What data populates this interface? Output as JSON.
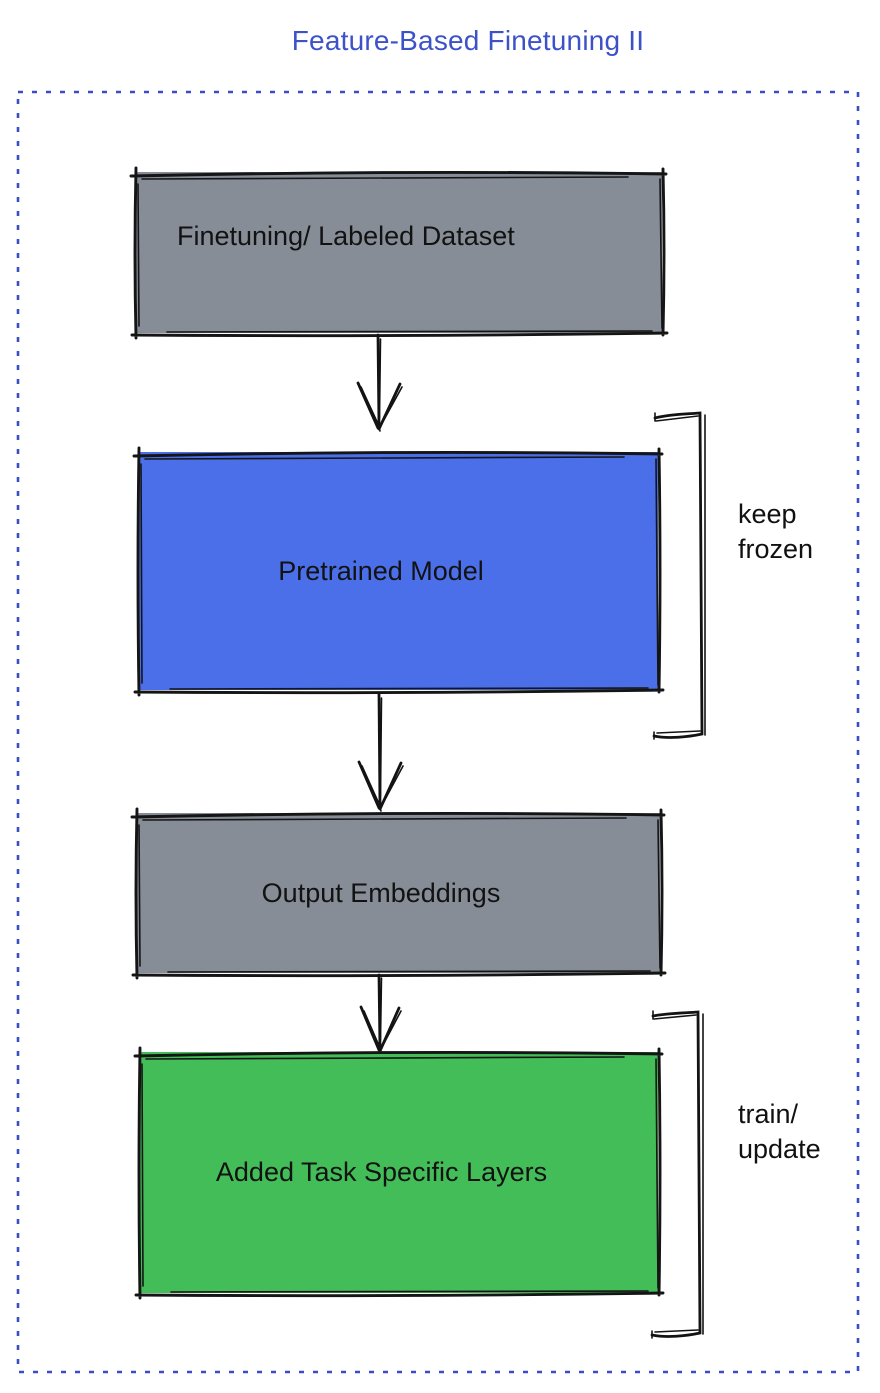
{
  "title": "Feature-Based Finetuning II",
  "colors": {
    "title_text": "#3D52C9",
    "dotted_frame": "#3A4EC4",
    "ink": "#151515",
    "node_gray": "#868D96",
    "node_blue": "#4A6FE9",
    "node_green": "#43BD58"
  },
  "diagram": {
    "nodes": [
      {
        "id": "dataset",
        "label": "Finetuning/ Labeled Dataset",
        "fill": "#868D96"
      },
      {
        "id": "pretrained-model",
        "label": "Pretrained Model",
        "fill": "#4A6FE9"
      },
      {
        "id": "output-embeddings",
        "label": "Output Embeddings",
        "fill": "#868D96"
      },
      {
        "id": "task-layers",
        "label": "Added Task Specific Layers",
        "fill": "#43BD58"
      }
    ],
    "edges": [
      {
        "from": "dataset",
        "to": "pretrained-model"
      },
      {
        "from": "pretrained-model",
        "to": "output-embeddings"
      },
      {
        "from": "output-embeddings",
        "to": "task-layers"
      }
    ],
    "annotations": [
      {
        "target": "pretrained-model",
        "lines": [
          "keep",
          "frozen"
        ]
      },
      {
        "target": "task-layers",
        "lines": [
          "train/",
          "update"
        ]
      }
    ]
  }
}
